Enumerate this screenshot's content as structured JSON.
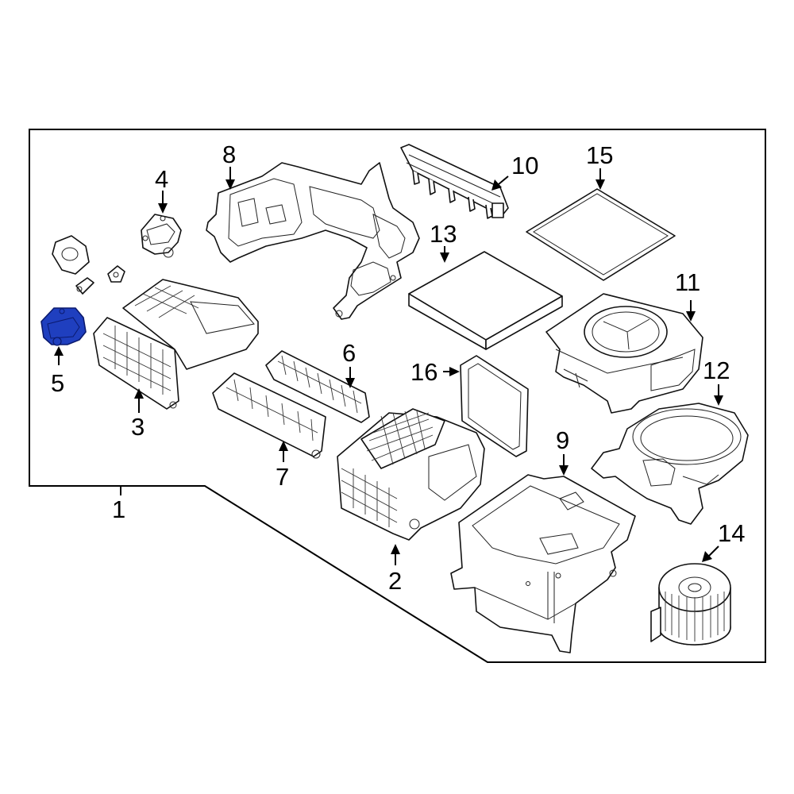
{
  "diagram": {
    "highlight_color": "#1f3fbf",
    "highlighted_part": "5",
    "callouts": [
      {
        "id": "c1",
        "label": "1"
      },
      {
        "id": "c2",
        "label": "2"
      },
      {
        "id": "c3",
        "label": "3"
      },
      {
        "id": "c4",
        "label": "4"
      },
      {
        "id": "c5",
        "label": "5"
      },
      {
        "id": "c6",
        "label": "6"
      },
      {
        "id": "c7",
        "label": "7"
      },
      {
        "id": "c8",
        "label": "8"
      },
      {
        "id": "c9",
        "label": "9"
      },
      {
        "id": "c10",
        "label": "10"
      },
      {
        "id": "c11",
        "label": "11"
      },
      {
        "id": "c12",
        "label": "12"
      },
      {
        "id": "c13",
        "label": "13"
      },
      {
        "id": "c14",
        "label": "14"
      },
      {
        "id": "c15",
        "label": "15"
      },
      {
        "id": "c16",
        "label": "16"
      }
    ]
  }
}
